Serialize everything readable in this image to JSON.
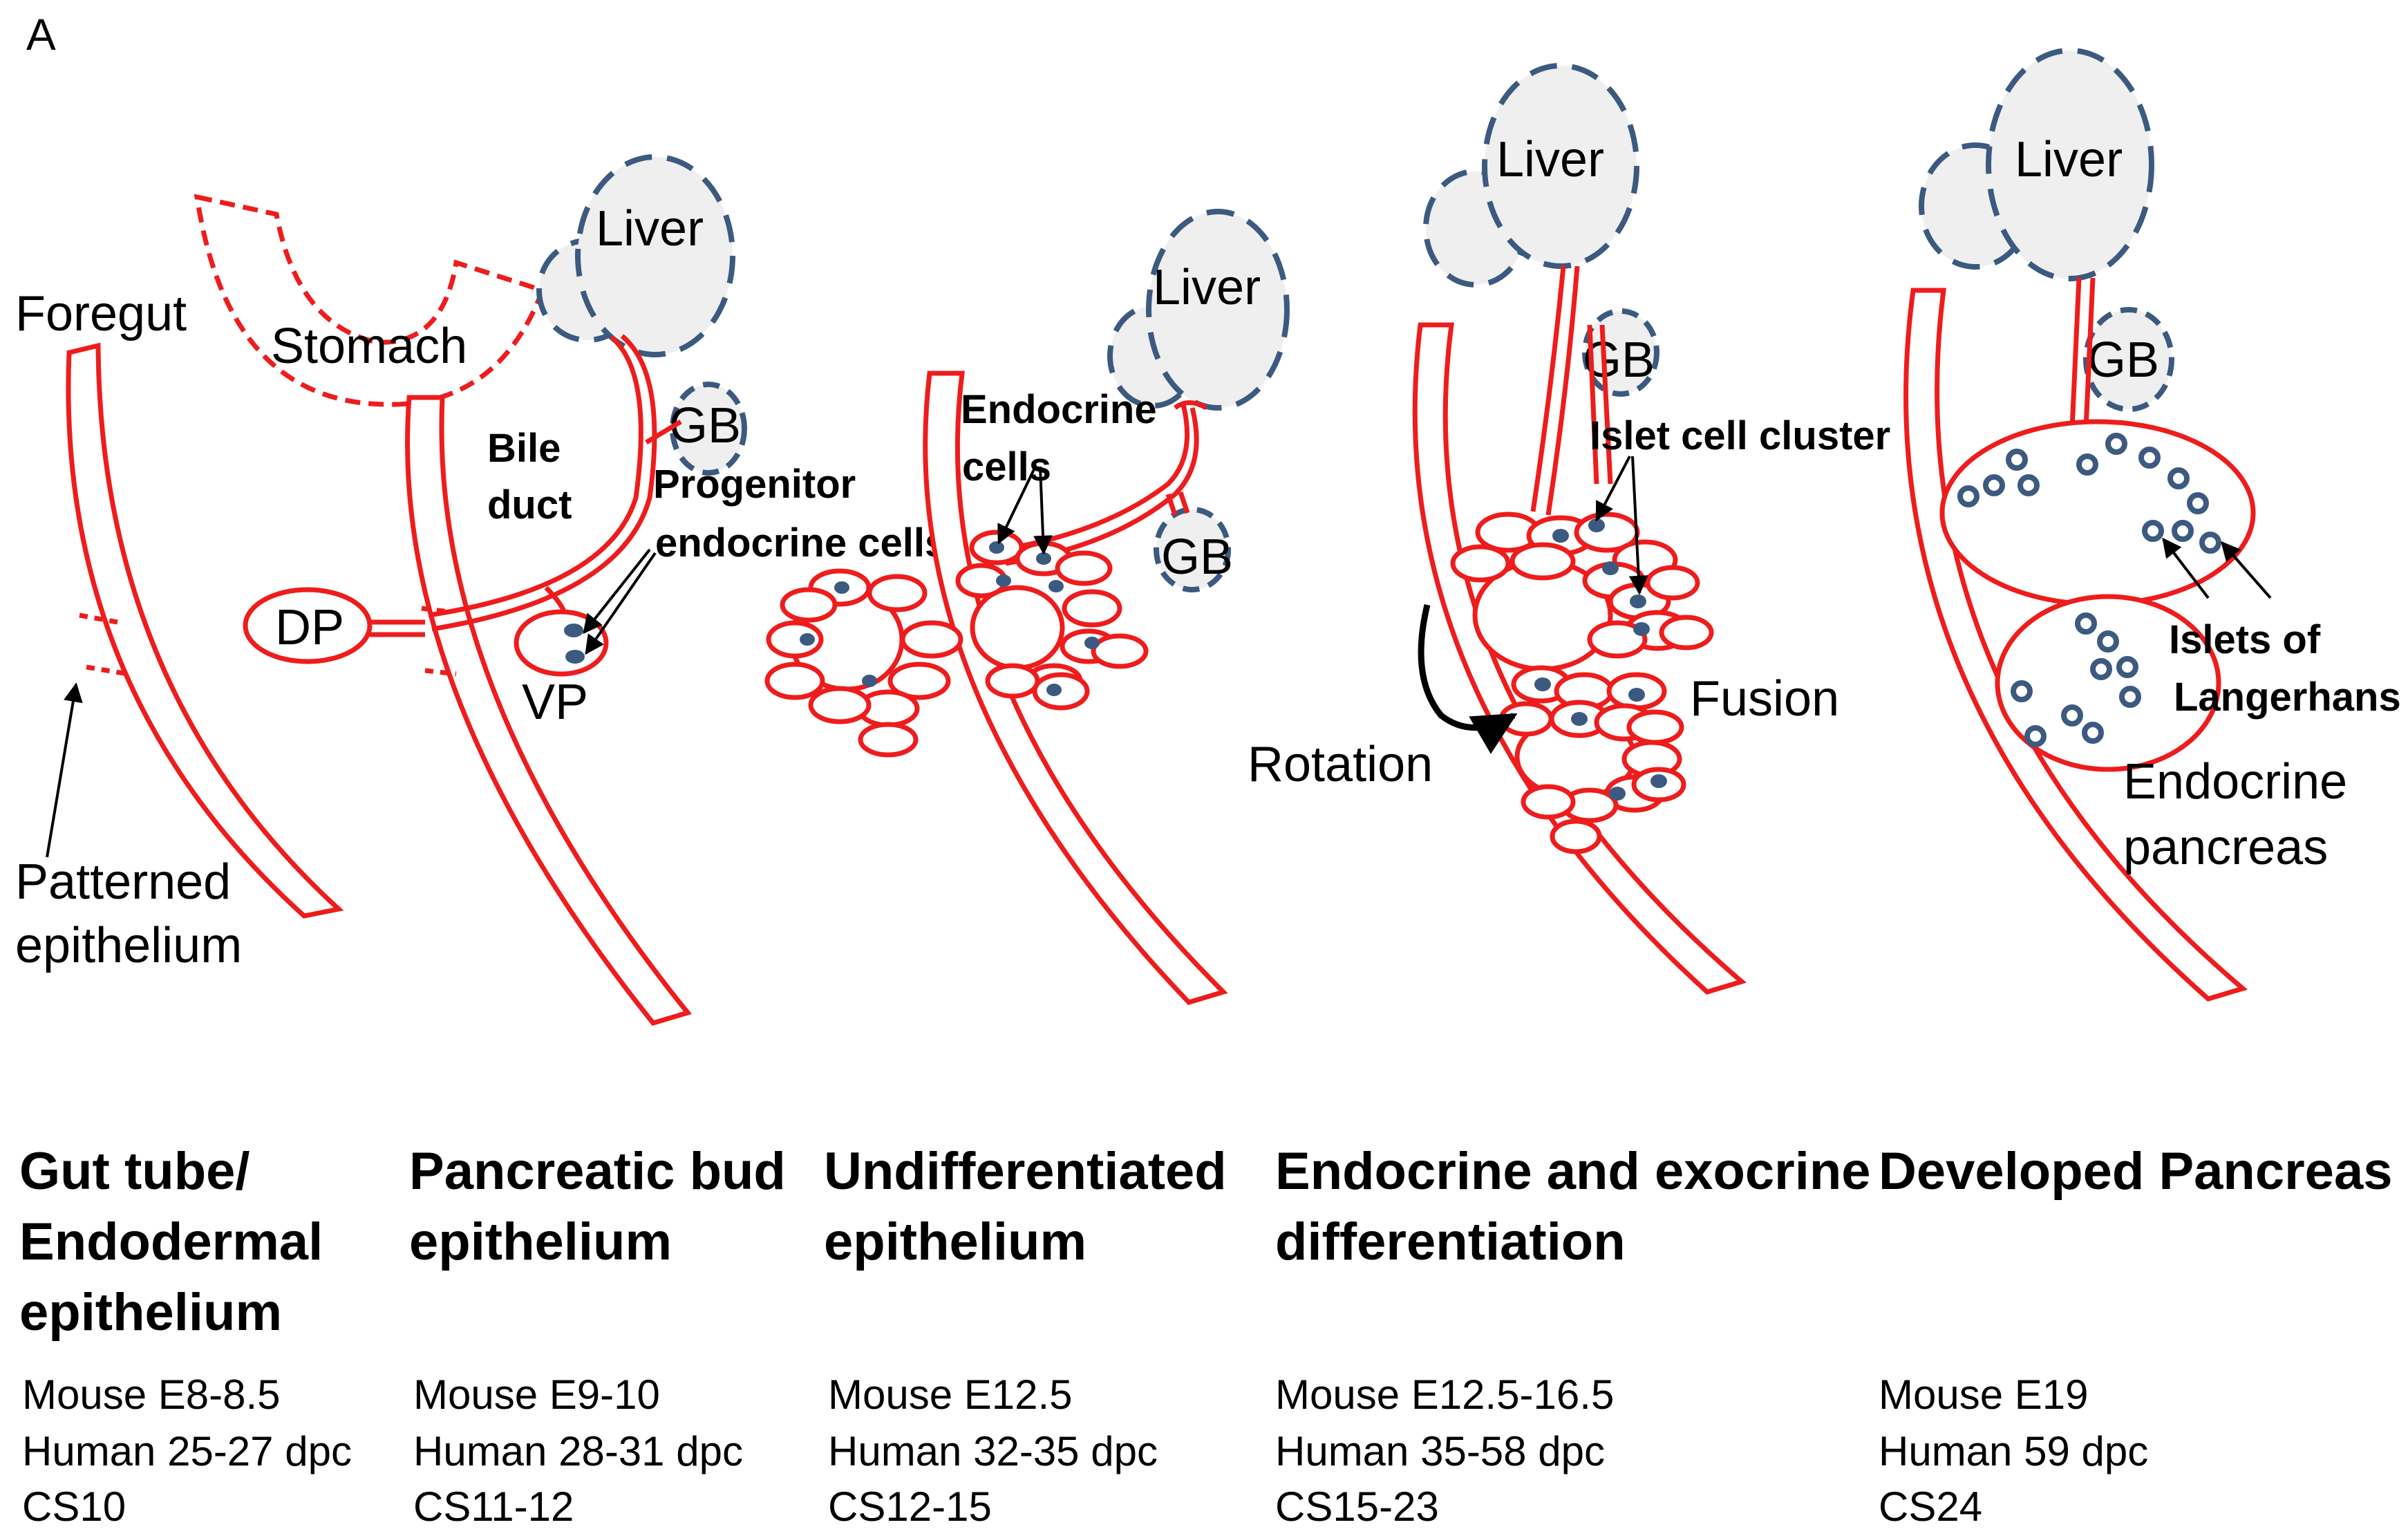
{
  "panel_label": "A",
  "labels": {
    "foregut": "Foregut",
    "patterned_line1": "Patterned",
    "patterned_line2": "epithelium",
    "stomach": "Stomach",
    "liver": "Liver",
    "gb": "GB",
    "bile_line1": "Bile",
    "bile_line2": "duct",
    "progenitor_line1": "Progenitor",
    "progenitor_line2": "endocrine cells",
    "dp": "DP",
    "vp": "VP",
    "endocrine_line1": "Endocrine",
    "endocrine_line2": "cells",
    "islet_cluster": "Islet cell cluster",
    "rotation": "Rotation",
    "fusion": "Fusion",
    "islets_line1": "Islets of",
    "islets_line2": "Langerhans",
    "endocrine_pancreas_line1": "Endocrine",
    "endocrine_pancreas_line2": "pancreas"
  },
  "stages": [
    {
      "title": [
        "Gut tube/",
        "Endodermal",
        "epithelium"
      ],
      "info": [
        "Mouse E8-8.5",
        "Human 25-27 dpc",
        "CS10"
      ]
    },
    {
      "title": [
        "Pancreatic bud",
        "epithelium"
      ],
      "info": [
        "Mouse E9-10",
        "Human 28-31 dpc",
        "CS11-12"
      ]
    },
    {
      "title": [
        "Undifferentiated",
        "epithelium"
      ],
      "info": [
        "Mouse E12.5",
        "Human 32-35 dpc",
        "CS12-15"
      ]
    },
    {
      "title": [
        "Endocrine and exocrine",
        "differentiation"
      ],
      "info": [
        "Mouse E12.5-16.5",
        "Human 35-58 dpc",
        "CS15-23"
      ]
    },
    {
      "title": [
        "Developed Pancreas"
      ],
      "info": [
        "Mouse E19",
        "Human 59 dpc",
        "CS24"
      ]
    }
  ],
  "colors": {
    "epithelium": "#ee1c1c",
    "organ_outline": "#3c5a80",
    "organ_fill": "#efefef",
    "endocrine_dot": "#3c5a80"
  }
}
